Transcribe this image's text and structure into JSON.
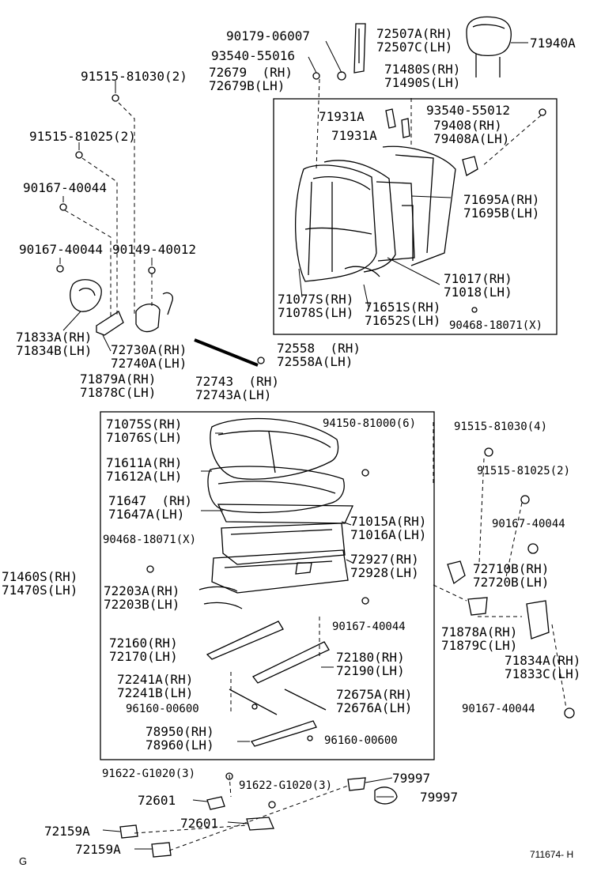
{
  "diagram": {
    "labels": {
      "l01": "90179-06007",
      "l02": "93540-55016",
      "l03": "72679  (RH)\n72679B(LH)",
      "l04": "72507A(RH)\n72507C(LH)",
      "l05": "71940A",
      "l06": "71480S(RH)\n71490S(LH)",
      "l07": "91515-81030(2)",
      "l08": "71931A",
      "l09": "71931A",
      "l10": "93540-55012",
      "l11": "79408(RH)\n79408A(LH)",
      "l12": "91515-81025(2)",
      "l13": "90167-40044",
      "l14": "71695A(RH)\n71695B(LH)",
      "l15": "90167-40044",
      "l16": "90149-40012",
      "l17": "71017(RH)\n71018(LH)",
      "l18": "71077S(RH)\n71078S(LH)",
      "l19": "71651S(RH)\n71652S(LH)",
      "l20": "90468-18071(X)",
      "l21": "71833A(RH)\n71834B(LH)",
      "l22": "72730A(RH)\n72740A(LH)",
      "l23": "72558  (RH)\n72558A(LH)",
      "l24": "71879A(RH)\n71878C(LH)",
      "l25": "72743  (RH)\n72743A(LH)",
      "l26": "71075S(RH)\n71076S(LH)",
      "l27": "94150-81000(6)",
      "l28": "91515-81030(4)",
      "l29": "71611A(RH)\n71612A(LH)",
      "l30": "91515-81025(2)",
      "l31": "71647  (RH)\n71647A(LH)",
      "l32": "71015A(RH)\n71016A(LH)",
      "l33": "90167-40044",
      "l34": "90468-18071(X)",
      "l35": "72927(RH)\n72928(LH)",
      "l36": "72710B(RH)\n72720B(LH)",
      "l37": "71460S(RH)\n71470S(LH)",
      "l38": "72203A(RH)\n72203B(LH)",
      "l39": "90167-40044",
      "l40": "71878A(RH)\n71879C(LH)",
      "l41": "72160(RH)\n72170(LH)",
      "l42": "72180(RH)\n72190(LH)",
      "l43": "71834A(RH)\n71833C(LH)",
      "l44": "72241A(RH)\n72241B(LH)",
      "l45": "72675A(RH)\n72676A(LH)",
      "l46": "96160-00600",
      "l47": "90167-40044",
      "l48": "78950(RH)\n78960(LH)",
      "l49": "96160-00600",
      "l50": "91622-G1020(3)",
      "l51": "79997",
      "l52": "91622-G1020(3)",
      "l53": "72601",
      "l54": "79997",
      "l55": "72601",
      "l56": "72159A",
      "l57": "72159A"
    },
    "footer_left": "G",
    "footer_right": "711674- H"
  }
}
